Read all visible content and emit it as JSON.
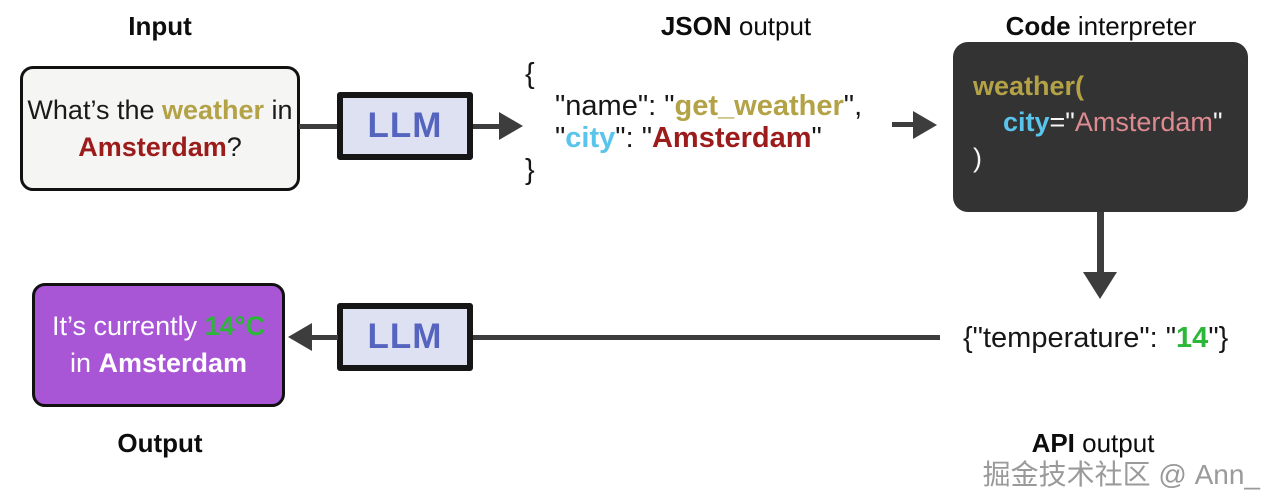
{
  "titles": {
    "input": "Input",
    "json": {
      "bold": "JSON",
      "rest": " output"
    },
    "code": {
      "bold": "Code",
      "rest": " interpreter"
    },
    "output": "Output",
    "api": {
      "bold": "API",
      "rest": " output"
    }
  },
  "input_box": {
    "text_1": "What’s the ",
    "highlight_weather": "weather",
    "text_2": " in",
    "highlight_city": "Amsterdam",
    "text_3": "?"
  },
  "llm_box_1": {
    "label": "LLM"
  },
  "llm_box_2": {
    "label": "LLM"
  },
  "json_output": {
    "brace_open": "{",
    "line1": {
      "q1": "\"",
      "key": "name",
      "q2": "\": \"",
      "value": "get_weather",
      "q3": "\","
    },
    "line2": {
      "q1": "\"",
      "key": "city",
      "q2": "\": \"",
      "value": "Amsterdam",
      "q3": "\""
    },
    "brace_close": "}"
  },
  "code_box": {
    "line1": {
      "fn": "weather",
      "paren": "("
    },
    "line2": {
      "key": "city",
      "eq": "=\"",
      "value": "Amsterdam",
      "quote": "\""
    },
    "line3": ")"
  },
  "api_result": {
    "pre": "{\"temperature\": \"",
    "value": "14",
    "post": "\"}"
  },
  "output_box": {
    "text_1": "It’s currently ",
    "temp": "14°C",
    "text_2": "in ",
    "city": "Amsterdam"
  },
  "watermark": "掘金技术社区 @ Ann_",
  "colors": {
    "gold": "#b3a246",
    "dark_red": "#9c1b1b",
    "cyan": "#59c4ec",
    "green": "#2bb737",
    "salmon": "#dd8a90",
    "llm_text": "#5565bf",
    "llm_bg": "#dde1f2",
    "code_bg": "#333333",
    "output_bg": "#a855d6",
    "input_bg": "#f5f5f3",
    "arrow": "#3d3d3d"
  }
}
